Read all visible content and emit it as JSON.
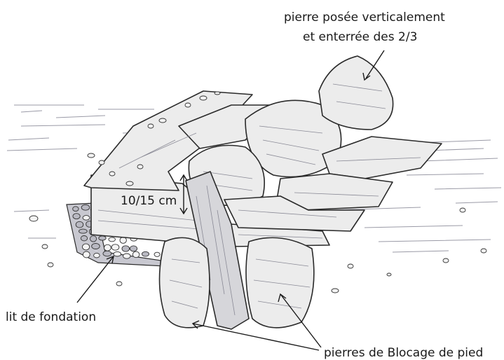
{
  "labels": {
    "vertical_stone_line1": "pierre posée verticalement",
    "vertical_stone_line2": "et enterrée des 2/3",
    "depth": "10/15 cm",
    "foundation": "lit de fondation",
    "blocking_stones": "pierres de Blocage de pied"
  }
}
